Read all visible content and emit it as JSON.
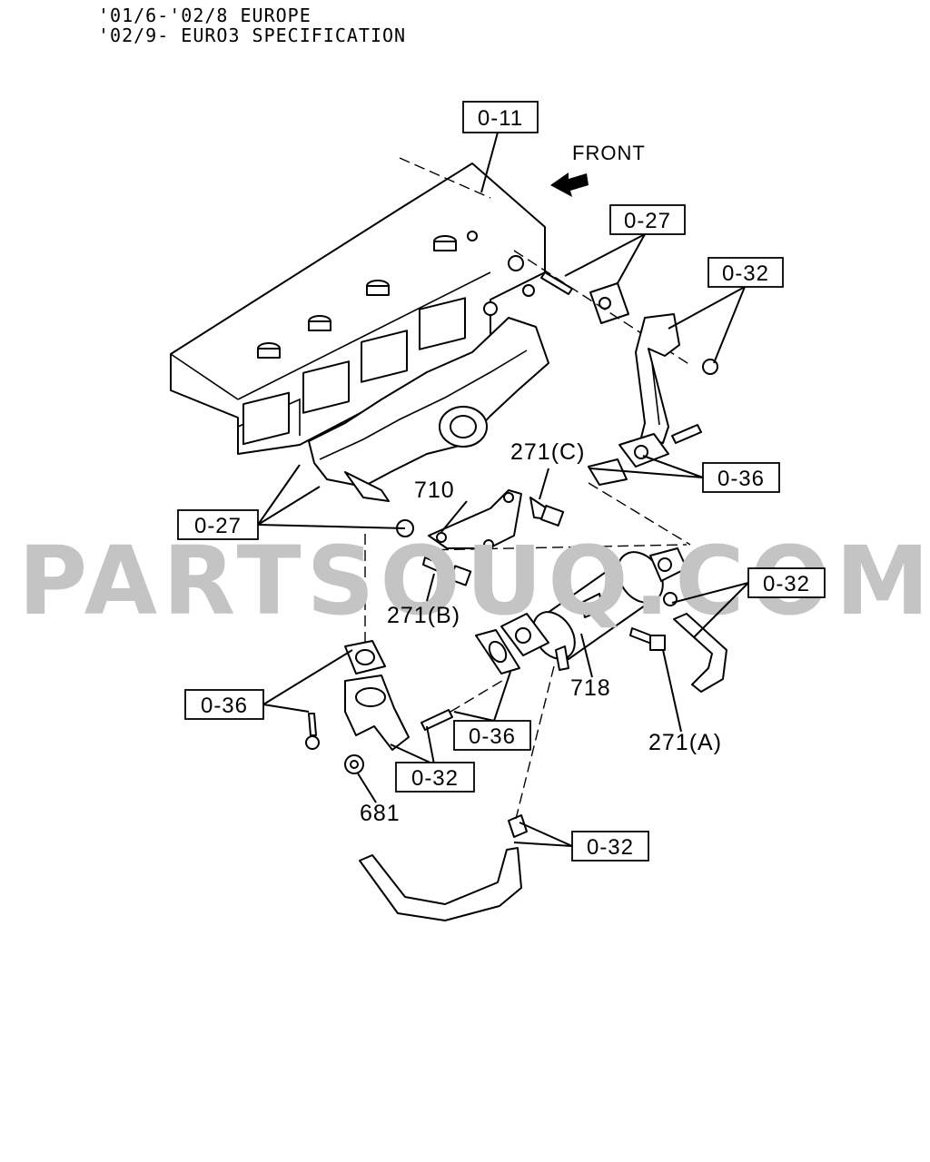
{
  "header": {
    "line1": "'01/6-'02/8 EUROPE",
    "line2": "'02/9- EURO3 SPECIFICATION"
  },
  "direction_label": "FRONT",
  "watermark": "PARTSOUQ.COM",
  "callouts": {
    "c_011": "0-11",
    "c_027_top": "0-27",
    "c_032_top": "0-32",
    "c_036_right": "0-36",
    "c_027_left": "0-27",
    "c_032_mid_right": "0-32",
    "c_036_left": "0-36",
    "c_036_center": "0-36",
    "c_032_center": "0-32",
    "c_032_bottom": "0-32"
  },
  "part_numbers": {
    "p271c": "271(C)",
    "p710": "710",
    "p271b": "271(B)",
    "p718": "718",
    "p271a": "271(A)",
    "p681": "681"
  },
  "colors": {
    "line": "#000000",
    "background": "#ffffff",
    "watermark": "#c4c4c4"
  }
}
